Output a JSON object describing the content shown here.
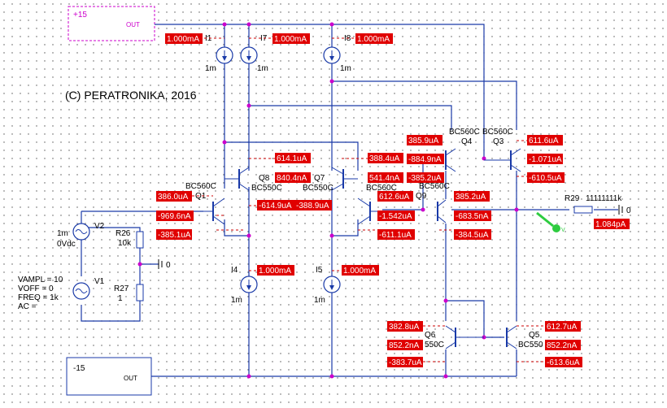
{
  "copyright": "(C) PERATRONIKA, 2016",
  "supplies": {
    "pos": {
      "label": "+15",
      "out": "OUT"
    },
    "neg": {
      "label": "-15",
      "out": "OUT"
    }
  },
  "sources": {
    "v2": {
      "name": "V2",
      "value": "1m",
      "value2": "0Vdc"
    },
    "v1": {
      "name": "V1",
      "params": [
        "VAMPL = 10",
        "VOFF = 0",
        "FREQ = 1k",
        "AC ="
      ]
    }
  },
  "resistors": {
    "r26": {
      "name": "R26",
      "value": "10k"
    },
    "r27": {
      "name": "R27",
      "value": "1"
    },
    "r29": {
      "name": "R29",
      "value": "11111111k"
    }
  },
  "ground_label": "0",
  "current_sources": {
    "i1": {
      "name": "I1",
      "value": "1m"
    },
    "i7": {
      "name": "I7",
      "value": "1m"
    },
    "i8": {
      "name": "I8",
      "value": "1m"
    },
    "i4": {
      "name": "I4",
      "value": "1m"
    },
    "i5": {
      "name": "I5",
      "value": "1m"
    }
  },
  "transistors": {
    "q1": {
      "name": "Q1",
      "model": "BC560C"
    },
    "q8": {
      "name": "Q8",
      "model": "BC550C"
    },
    "q7": {
      "name": "Q7",
      "model": "BC550C"
    },
    "q9": {
      "name": "Q9",
      "model": "BC560C"
    },
    "q9b": {
      "model": "BC560C"
    },
    "q4": {
      "name": "Q4",
      "model": "BC560C"
    },
    "q3": {
      "name": "Q3",
      "model": "BC560C"
    },
    "q6": {
      "name": "Q6",
      "model": "550C"
    },
    "q5": {
      "name": "Q5",
      "model": "BC550"
    }
  },
  "probe_label": "V",
  "readouts": {
    "i1": "1.000mA",
    "i7": "1.000mA",
    "i8": "1.000mA",
    "i4": "1.000mA",
    "i5": "1.000mA",
    "q1_b": "386.0uA",
    "q1_e": "-969.6nA",
    "q1_c": "-385.1uA",
    "q8_a": "614.1uA",
    "q8_b": "840.4nA",
    "q8_c": "-614.9uA",
    "q7_a": "-388.9uA",
    "q7_b": "388.4uA",
    "q7_c": "541.4nA",
    "q9l_a": "612.6uA",
    "q9l_b": "-1.542uA",
    "q9l_c": "-611.1uA",
    "q4_a": "385.9uA",
    "q4_b": "-884.9nA",
    "q4_c": "-385.2uA",
    "q9_a": "385.2uA",
    "q9_b": "-683.5nA",
    "q9_c": "-384.5uA",
    "q3_a": "611.6uA",
    "q3_b": "-1.071uA",
    "q3_c": "-610.5uA",
    "r29": "1.084pA",
    "q6_a": "382.8uA",
    "q6_b": "852.2nA",
    "q6_c": "-383.7uA",
    "q5_a": "612.7uA",
    "q5_b": "852.2nA",
    "q5_c": "-613.6uA"
  }
}
